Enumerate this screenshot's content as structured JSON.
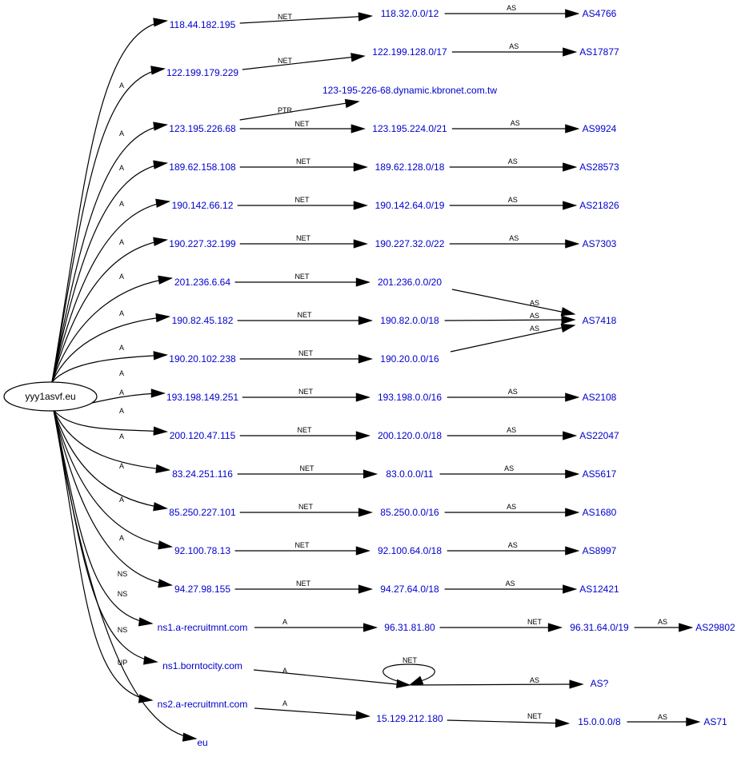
{
  "root": "yyy1asvf.eu",
  "nodes": {
    "ip1": "118.44.182.195",
    "ip2": "122.199.179.229",
    "ip3": "123.195.226.68",
    "ip4": "189.62.158.108",
    "ip5": "190.142.66.12",
    "ip6": "190.227.32.199",
    "ip7": "201.236.6.64",
    "ip8": "190.82.45.182",
    "ip9": "190.20.102.238",
    "ip10": "193.198.149.251",
    "ip11": "200.120.47.115",
    "ip12": "83.24.251.116",
    "ip13": "85.250.227.101",
    "ip14": "92.100.78.13",
    "ip15": "94.27.98.155",
    "ns1": "ns1.a-recruitmnt.com",
    "ns2": "ns1.borntocity.com",
    "ns3": "ns2.a-recruitmnt.com",
    "tld": "eu",
    "net1": "118.32.0.0/12",
    "net2": "122.199.128.0/17",
    "ptr3": "123-195-226-68.dynamic.kbronet.com.tw",
    "net3": "123.195.224.0/21",
    "net4": "189.62.128.0/18",
    "net5": "190.142.64.0/19",
    "net6": "190.227.32.0/22",
    "net7": "201.236.0.0/20",
    "net8": "190.82.0.0/18",
    "net9": "190.20.0.0/16",
    "net10": "193.198.0.0/16",
    "net11": "200.120.0.0/18",
    "net12": "83.0.0.0/11",
    "net13": "85.250.0.0/16",
    "net14": "92.100.64.0/18",
    "net15": "94.27.64.0/18",
    "nsip1": "96.31.81.80",
    "nsnet1": "96.31.64.0/19",
    "nsip3": "15.129.212.180",
    "nsnet3": "15.0.0.0/8",
    "as1": "AS4766",
    "as2": "AS17877",
    "as3": "AS9924",
    "as4": "AS28573",
    "as5": "AS21826",
    "as6": "AS7303",
    "as7": "AS7418",
    "as10": "AS2108",
    "as11": "AS22047",
    "as12": "AS5617",
    "as13": "AS1680",
    "as14": "AS8997",
    "as15": "AS12421",
    "asns1": "AS29802",
    "asunk": "AS?",
    "asns3": "AS71"
  },
  "edge_labels": {
    "a": "A",
    "ns": "NS",
    "up": "UP",
    "net": "NET",
    "ptr": "PTR",
    "as": "AS"
  },
  "edges": [
    {
      "from": "root",
      "to": "ip1",
      "label": "a"
    },
    {
      "from": "root",
      "to": "ip2",
      "label": "a"
    },
    {
      "from": "root",
      "to": "ip3",
      "label": "a"
    },
    {
      "from": "root",
      "to": "ip4",
      "label": "a"
    },
    {
      "from": "root",
      "to": "ip5",
      "label": "a"
    },
    {
      "from": "root",
      "to": "ip6",
      "label": "a"
    },
    {
      "from": "root",
      "to": "ip7",
      "label": "a"
    },
    {
      "from": "root",
      "to": "ip8",
      "label": "a"
    },
    {
      "from": "root",
      "to": "ip9",
      "label": "a"
    },
    {
      "from": "root",
      "to": "ip10",
      "label": "a"
    },
    {
      "from": "root",
      "to": "ip11",
      "label": "a"
    },
    {
      "from": "root",
      "to": "ip12",
      "label": "a"
    },
    {
      "from": "root",
      "to": "ip13",
      "label": "a"
    },
    {
      "from": "root",
      "to": "ip14",
      "label": "a"
    },
    {
      "from": "root",
      "to": "ip15",
      "label": "a"
    },
    {
      "from": "root",
      "to": "ns1",
      "label": "ns"
    },
    {
      "from": "root",
      "to": "ns2",
      "label": "ns"
    },
    {
      "from": "root",
      "to": "ns3",
      "label": "ns"
    },
    {
      "from": "root",
      "to": "tld",
      "label": "up"
    },
    {
      "from": "ip1",
      "to": "net1",
      "label": "net"
    },
    {
      "from": "ip2",
      "to": "net2",
      "label": "net"
    },
    {
      "from": "ip3",
      "to": "ptr3",
      "label": "ptr"
    },
    {
      "from": "ip3",
      "to": "net3",
      "label": "net"
    },
    {
      "from": "ip4",
      "to": "net4",
      "label": "net"
    },
    {
      "from": "ip5",
      "to": "net5",
      "label": "net"
    },
    {
      "from": "ip6",
      "to": "net6",
      "label": "net"
    },
    {
      "from": "ip7",
      "to": "net7",
      "label": "net"
    },
    {
      "from": "ip8",
      "to": "net8",
      "label": "net"
    },
    {
      "from": "ip9",
      "to": "net9",
      "label": "net"
    },
    {
      "from": "ip10",
      "to": "net10",
      "label": "net"
    },
    {
      "from": "ip11",
      "to": "net11",
      "label": "net"
    },
    {
      "from": "ip12",
      "to": "net12",
      "label": "net"
    },
    {
      "from": "ip13",
      "to": "net13",
      "label": "net"
    },
    {
      "from": "ip14",
      "to": "net14",
      "label": "net"
    },
    {
      "from": "ip15",
      "to": "net15",
      "label": "net"
    },
    {
      "from": "ns1",
      "to": "nsip1",
      "label": "a"
    },
    {
      "from": "nsip1",
      "to": "nsnet1",
      "label": "net"
    },
    {
      "from": "nsnet1",
      "to": "asns1",
      "label": "as"
    },
    {
      "from": "ns2",
      "to": "selfloop",
      "label": "a"
    },
    {
      "from": "selfloop",
      "to": "selfloop",
      "label": "net"
    },
    {
      "from": "selfloop",
      "to": "asunk",
      "label": "as"
    },
    {
      "from": "ns3",
      "to": "nsip3",
      "label": "a"
    },
    {
      "from": "nsip3",
      "to": "nsnet3",
      "label": "net"
    },
    {
      "from": "nsnet3",
      "to": "asns3",
      "label": "as"
    },
    {
      "from": "net1",
      "to": "as1",
      "label": "as"
    },
    {
      "from": "net2",
      "to": "as2",
      "label": "as"
    },
    {
      "from": "net3",
      "to": "as3",
      "label": "as"
    },
    {
      "from": "net4",
      "to": "as4",
      "label": "as"
    },
    {
      "from": "net5",
      "to": "as5",
      "label": "as"
    },
    {
      "from": "net6",
      "to": "as6",
      "label": "as"
    },
    {
      "from": "net7",
      "to": "as7",
      "label": "as"
    },
    {
      "from": "net8",
      "to": "as7",
      "label": "as"
    },
    {
      "from": "net9",
      "to": "as7",
      "label": "as"
    },
    {
      "from": "net10",
      "to": "as10",
      "label": "as"
    },
    {
      "from": "net11",
      "to": "as11",
      "label": "as"
    },
    {
      "from": "net12",
      "to": "as12",
      "label": "as"
    },
    {
      "from": "net13",
      "to": "as13",
      "label": "as"
    },
    {
      "from": "net14",
      "to": "as14",
      "label": "as"
    },
    {
      "from": "net15",
      "to": "as15",
      "label": "as"
    }
  ]
}
